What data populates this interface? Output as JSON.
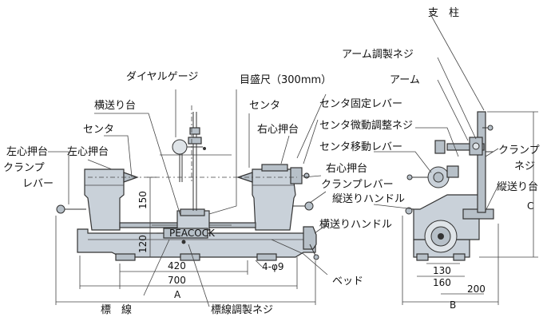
{
  "labels": {
    "dial_gauge": "ダイヤルゲージ",
    "scale": "目盛尺（300mm）",
    "cross_feed_table": "横送り台",
    "center_left": "センタ",
    "center_right": "センタ",
    "center_fix_lever": "センタ固定レバー",
    "left_tailstock_clamp_1": "左心押台",
    "left_tailstock_clamp_2": "クランプ",
    "left_tailstock_clamp_3": "レバー",
    "left_tailstock": "左心押台",
    "right_tailstock": "右心押台",
    "center_fine_adjust_screw": "センタ微動調整ネジ",
    "center_move_lever": "センタ移動レバー",
    "right_tailstock_clamp_1": "右心押台",
    "right_tailstock_clamp_2": "クランプレバー",
    "longitudinal_feed_handle": "縦送りハンドル",
    "cross_feed_handle": "横送りハンドル",
    "bed": "ベッド",
    "reference_line": "標　線",
    "reference_line_screw": "標線調製ネジ",
    "pillar": "支　柱",
    "arm_adjust_screw": "アーム調製ネジ",
    "arm": "アーム",
    "clamp_screw_1": "クランプ",
    "clamp_screw_2": "ネジ",
    "longitudinal_table": "縦送り台",
    "brand": "PEACOCK"
  },
  "dimensions": {
    "d150": "150",
    "d120": "120",
    "d420": "420",
    "d700": "700",
    "dA": "A",
    "d4phi9": "4-φ9",
    "d130": "130",
    "d160": "160",
    "d200": "200",
    "dB": "B",
    "dC": "C"
  }
}
